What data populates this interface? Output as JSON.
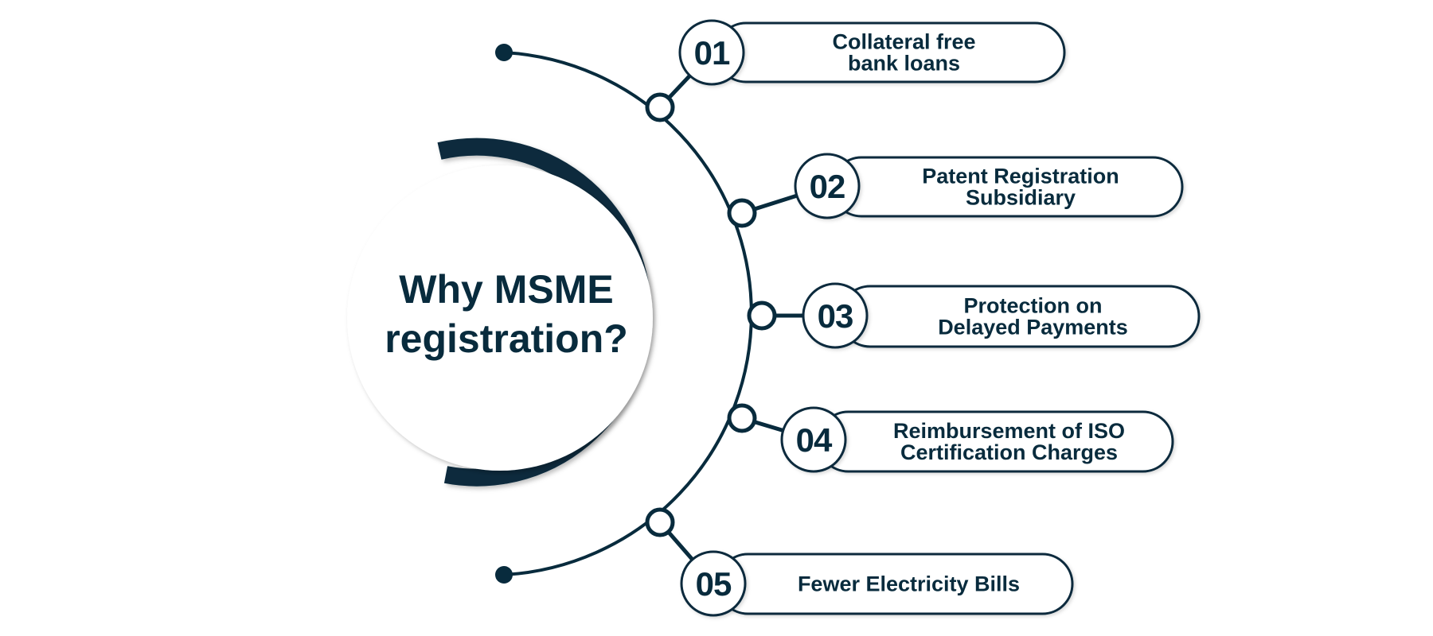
{
  "title": {
    "line1": "Why MSME",
    "line2": "registration?"
  },
  "colors": {
    "primary": "#082b3d",
    "background": "#ffffff"
  },
  "items": [
    {
      "number": "01",
      "lines": [
        "Collateral free",
        "bank loans"
      ]
    },
    {
      "number": "02",
      "lines": [
        "Patent Registration",
        "Subsidiary"
      ]
    },
    {
      "number": "03",
      "lines": [
        "Protection on",
        "Delayed Payments"
      ]
    },
    {
      "number": "04",
      "lines": [
        "Reimbursement of ISO",
        "Certification Charges"
      ]
    },
    {
      "number": "05",
      "lines": [
        "Fewer Electricity Bills"
      ]
    }
  ]
}
